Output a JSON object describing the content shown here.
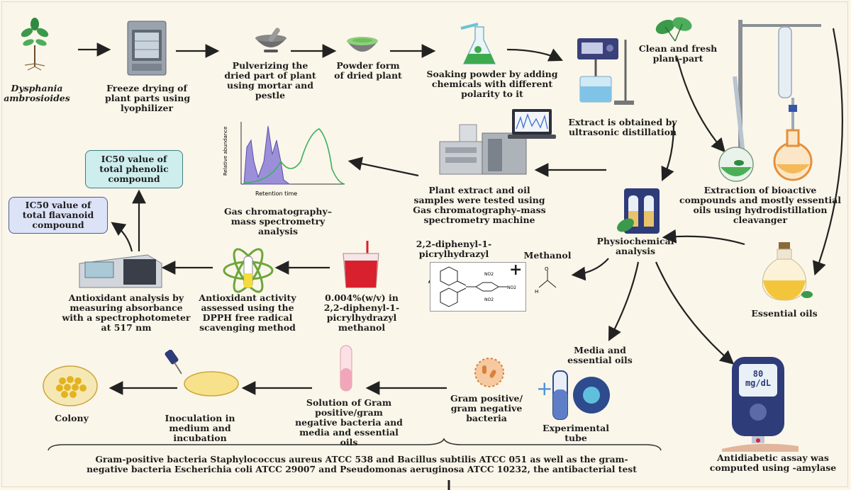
{
  "steps": {
    "plant": [
      "Dysphania",
      "ambrosioides"
    ],
    "freeze": [
      "Freeze drying of",
      "plant parts using",
      "lyophilizer"
    ],
    "pulverize": [
      "Pulverizing the",
      "dried part of plant",
      "using mortar and",
      "pestle"
    ],
    "powder": [
      "Powder form",
      "of dried plant"
    ],
    "soak": [
      "Soaking powder by adding",
      "chemicals with different",
      "polarity to it"
    ],
    "clean": [
      "Clean and fresh",
      "plant-part"
    ],
    "extract": [
      "Extract is obtained by",
      "ultrasonic distillation"
    ],
    "bioactive": [
      "Extraction of bioactive",
      "compounds and mostly essential",
      "oils using hydrodistillation",
      "cleavanger"
    ],
    "gcms_test": [
      "Plant extract and oil",
      "samples were tested using",
      "Gas chromatography–mass",
      "spectrometry machine"
    ],
    "gcms": [
      "Gas chromatography–",
      "mass spectrometry",
      "analysis"
    ],
    "physio": [
      "Physiochemical",
      "analysis"
    ],
    "essential": [
      "Essential oils"
    ],
    "dpph_label": [
      "2,2-diphenyl-1-",
      "picrylhydrazyl"
    ],
    "methanol": [
      "Methanol"
    ],
    "solution": [
      "0.004%(w/v) in",
      "2,2-diphenyl-1-",
      "picrylhydrazyl",
      "methanol"
    ],
    "activity": [
      "Antioxidant activity",
      "assessed using the",
      "DPPH free radical",
      "scavenging method"
    ],
    "spectro": [
      "Antioxidant analysis by",
      "measuring absorbance",
      "with a spectrophotometer",
      "at 517 nm"
    ],
    "ic50_phenolic": [
      "IC50 value of",
      "total phenolic",
      "compound"
    ],
    "ic50_flav": [
      "IC50 value of",
      "total flavanoid",
      "compound"
    ],
    "media": [
      "Media and",
      "essential oils"
    ],
    "gram": [
      "Gram positive/",
      "gram negative",
      "bacteria"
    ],
    "exp_tube": [
      "Experimental",
      "tube"
    ],
    "solution_gram": [
      "Solution of Gram",
      "positive/gram",
      "negative bacteria and",
      "media and essential",
      "oils"
    ],
    "inoculation": [
      "Inoculation in",
      "medium and",
      "incubation"
    ],
    "colony": [
      "Colony"
    ],
    "antidiabetic": [
      "Antidiabetic assay was",
      "computed using -amylase"
    ],
    "bottom_note": [
      "Gram-positive bacteria Staphylococcus aureus ATCC 538 and Bacillus subtilis ATCC 051 as well as the gram-",
      "negative bacteria Escherichia coli ATCC 29007 and Pseudomonas aeruginosa ATCC 10232, the antibacterial test"
    ]
  },
  "chart_mini": {
    "ylabel": "Relative abundance",
    "xlabel": "Retention time"
  },
  "glucometer_reading": [
    "80",
    "mg/dL"
  ],
  "chem": {
    "no2_a": "NO2",
    "no2_b": "NO2",
    "no2_c": "NO2",
    "h": "H",
    "o": "O",
    "plus": "+"
  },
  "colors": {
    "background": "#fbf6ea",
    "arrow": "#222222",
    "teal_box": "#cdeeed",
    "lavender_box": "#dde3f7",
    "leaf": "#3b9a4a",
    "red_solution": "#d8202e",
    "oil": "#f3c53b"
  },
  "icons": [
    "plant-icon",
    "freeze-dryer-icon",
    "mortar-pestle-icon",
    "powder-bowl-icon",
    "flask-icon",
    "ultrasonic-icon",
    "leaves-icon",
    "distillation-apparatus-icon",
    "gcms-machine-icon",
    "laptop-icon",
    "chromatogram-icon",
    "vials-icon",
    "oil-bottle-icon",
    "beaker-red-icon",
    "atom-icon",
    "spectrophotometer-icon",
    "culture-tube-icon",
    "virus-tube-icon",
    "bacteria-icon",
    "petri-dish-icon",
    "colony-dish-icon",
    "pipette-icon",
    "glucometer-icon"
  ]
}
